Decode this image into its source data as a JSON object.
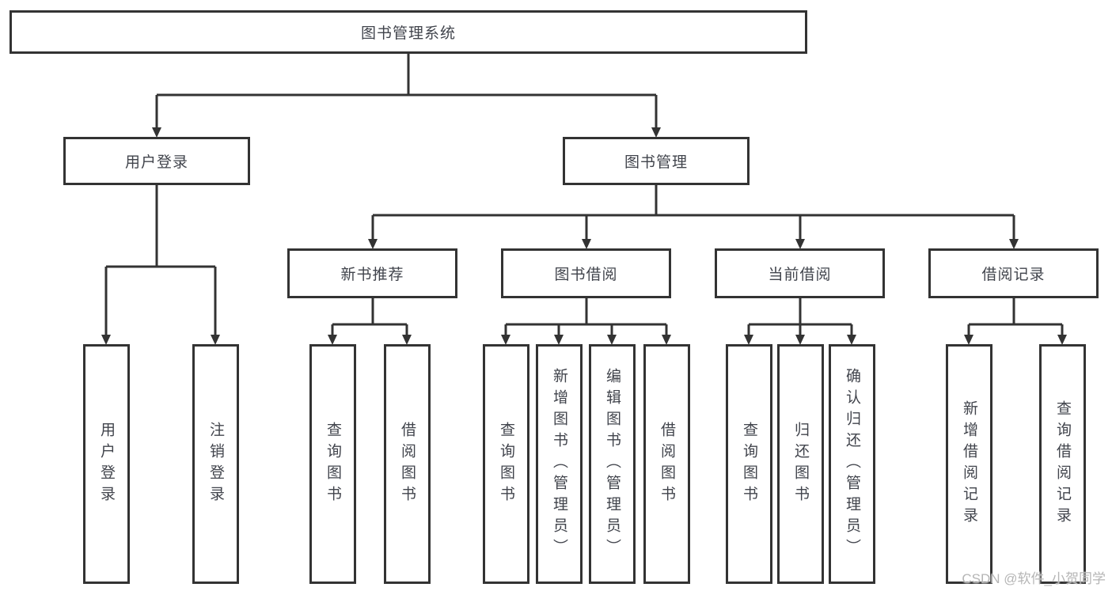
{
  "colors": {
    "line": "#333333",
    "box_border": "#333333",
    "box_fill": "#ffffff",
    "text": "#41444c",
    "watermark": "#b5b5b5",
    "background": "#ffffff"
  },
  "diagram": {
    "type": "tree",
    "root": {
      "label": "图书管理系统",
      "children": [
        {
          "label": "用户登录",
          "children": [
            {
              "label": "用户登录"
            },
            {
              "label": "注销登录"
            }
          ]
        },
        {
          "label": "图书管理",
          "children": [
            {
              "label": "新书推荐",
              "children": [
                {
                  "label": "查询图书"
                },
                {
                  "label": "借阅图书"
                }
              ]
            },
            {
              "label": "图书借阅",
              "children": [
                {
                  "label": "查询图书"
                },
                {
                  "label": "新增图书（管理员）"
                },
                {
                  "label": "编辑图书（管理员）"
                },
                {
                  "label": "借阅图书"
                }
              ]
            },
            {
              "label": "当前借阅",
              "children": [
                {
                  "label": "查询图书"
                },
                {
                  "label": "归还图书"
                },
                {
                  "label": "确认归还（管理员）"
                }
              ]
            },
            {
              "label": "借阅记录",
              "children": [
                {
                  "label": "新增借阅记录"
                },
                {
                  "label": "查询借阅记录"
                }
              ]
            }
          ]
        }
      ]
    },
    "watermark": "CSDN @软件_小贺同学"
  }
}
